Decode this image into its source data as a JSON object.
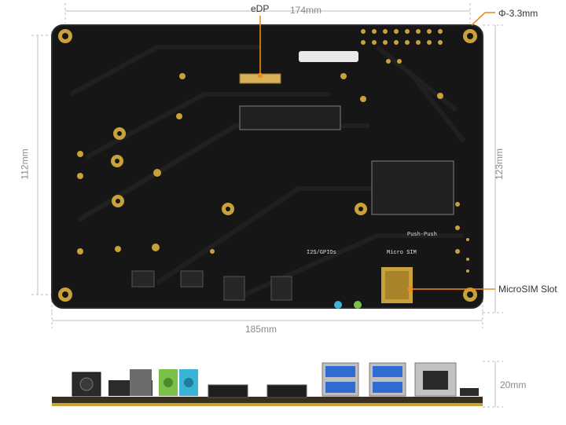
{
  "top_view": {
    "labels": {
      "edp": "eDP",
      "width_174": "174mm",
      "hole_diameter": "Φ-3.3mm",
      "height_112": "112mm",
      "height_123": "123mm",
      "microsim_slot": "MicroSIM Slot",
      "width_185": "185mm"
    },
    "silkscreen": {
      "i2s_gpio": "I2S/GPIOs",
      "micro_sim": "Micro SIM",
      "push_push": "Push-Push"
    }
  },
  "side_view": {
    "labels": {
      "height_20": "20mm"
    }
  },
  "colors": {
    "pcb": "#161616",
    "pcb_edge": "#2a2a2a",
    "gold_pad": "#c9a13a",
    "callout_orange": "#f08a1c",
    "dimension_line": "#bdbdbd",
    "usb_blue": "#2f6bd1",
    "audio_green": "#7cc04a",
    "audio_blue": "#3bb3d6"
  }
}
